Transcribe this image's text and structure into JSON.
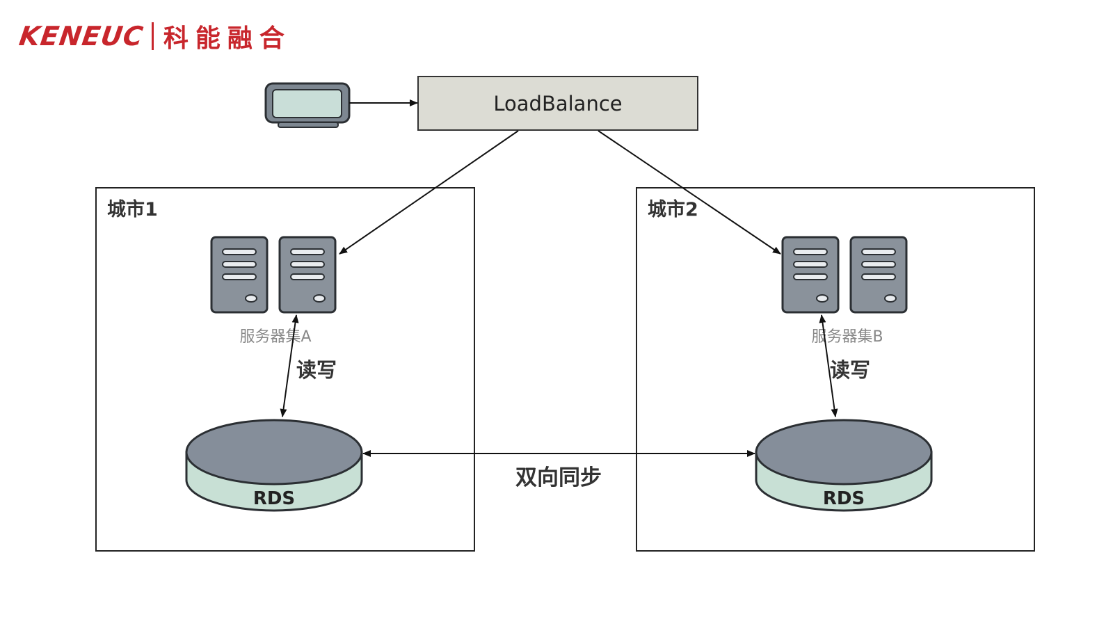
{
  "logo": {
    "brand_en": "KENEUC",
    "brand_cn": "科能融合"
  },
  "diagram": {
    "load_balancer": "LoadBalance",
    "client_icon": "monitor-icon",
    "regions": [
      {
        "label": "城市1",
        "server_cluster": "服务器集A",
        "rw_label": "读写",
        "db_label": "RDS"
      },
      {
        "label": "城市2",
        "server_cluster": "服务器集B",
        "rw_label": "读写",
        "db_label": "RDS"
      }
    ],
    "sync_label": "双向同步",
    "colors": {
      "server_body": "#8a929b",
      "server_outline": "#2b2f33",
      "db_top": "#858e9a",
      "db_side": "#c8e0d5",
      "lb_fill": "#dcdcd4",
      "monitor_screen": "#c9ded8",
      "brand": "#c8262c"
    }
  }
}
